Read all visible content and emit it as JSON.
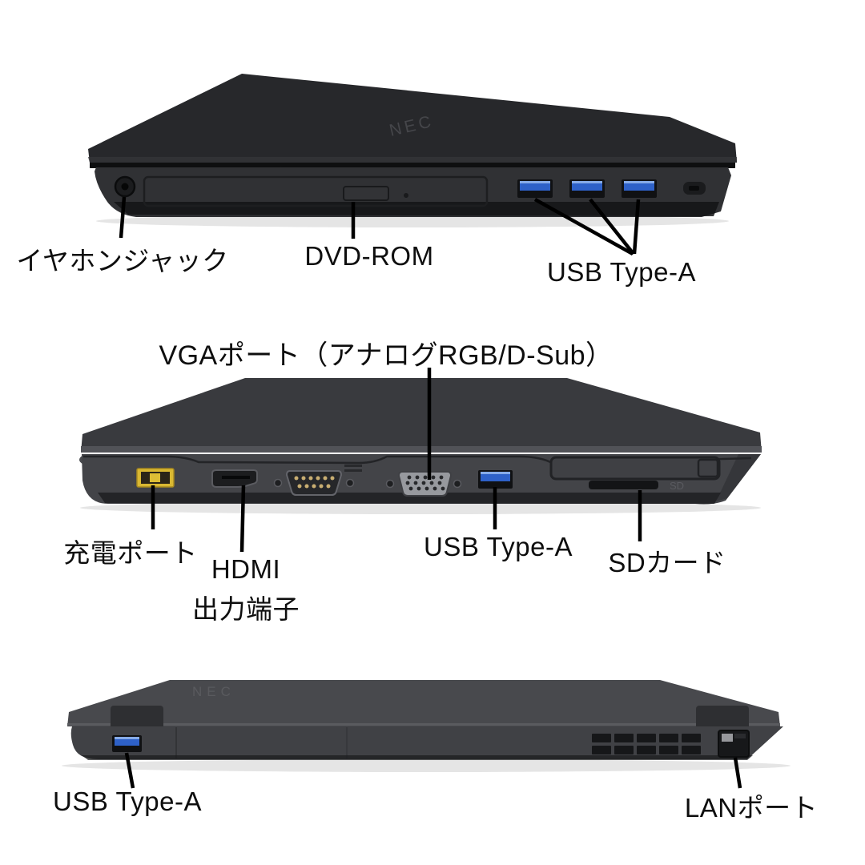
{
  "image_type": "annotated laptop port diagram, three photo views on white background",
  "background": "#ffffff",
  "leader_line_color": "#000000",
  "text_color": "#0e0e0e",
  "accent_colors": {
    "usb_blue": "#2e61c8",
    "usb_blue_highlight": "#86abe8",
    "charge_yellow": "#d9b832",
    "serial_pin_gold": "#c9ae72",
    "vga_face_gray": "#97999e"
  },
  "brand_logo": "NEC",
  "sd_slot_marking": "SD",
  "views": {
    "right_side": {
      "description": "right side view with optical drive and three USB ports",
      "labels": {
        "headphone": "イヤホンジャック",
        "dvd": "DVD-ROM",
        "usb": "USB Type-A"
      }
    },
    "left_side": {
      "description": "left side view with charge, HDMI, serial, VGA, USB, ExpressCard and SD slots",
      "labels": {
        "vga": "VGAポート（アナログRGB/D-Sub）",
        "charge": "充電ポート",
        "hdmi_1": "HDMI",
        "hdmi_2": "出力端子",
        "usb": "USB Type-A",
        "sd": "SDカード"
      }
    },
    "rear": {
      "description": "rear view with USB port, vent grille and LAN port",
      "labels": {
        "usb": "USB Type-A",
        "lan": "LANポート"
      }
    }
  }
}
